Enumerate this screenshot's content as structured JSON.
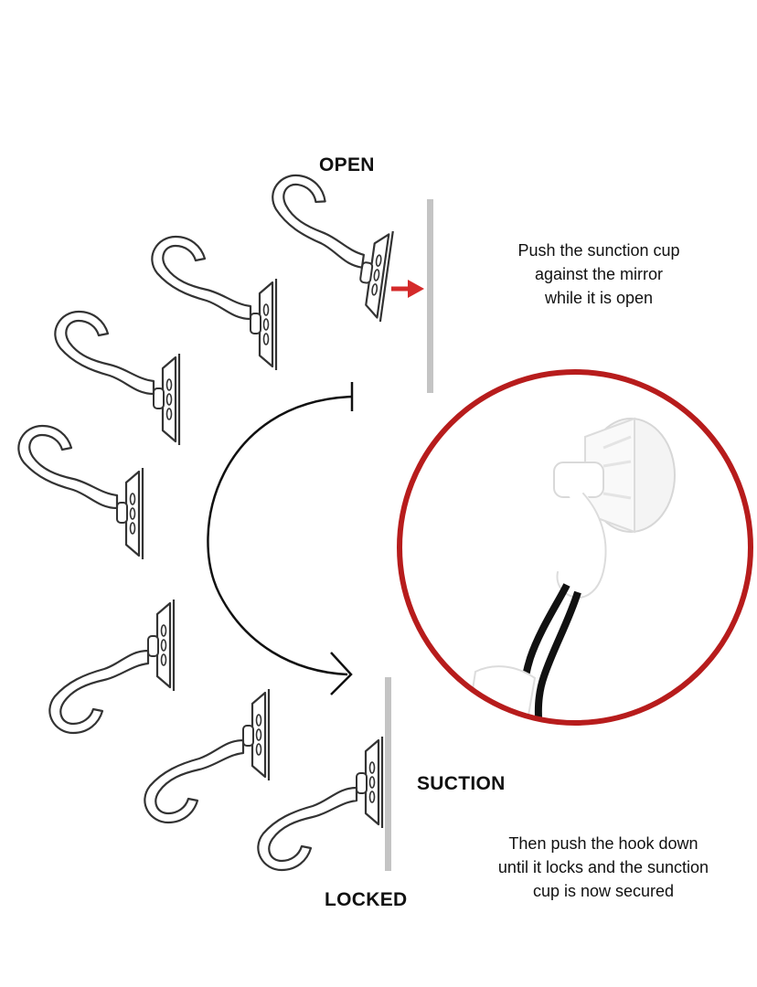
{
  "labels": {
    "open": "OPEN",
    "suction": "SUCTION",
    "locked": "LOCKED"
  },
  "notes": {
    "top": [
      "Push the sunction cup",
      "against the mirror",
      "while it is open"
    ],
    "bottom": [
      "Then push the hook down",
      "until it locks and the sunction",
      "cup is now secured"
    ]
  },
  "colors": {
    "arrow": "#d42a2a",
    "circle": "#b71c1c",
    "wall": "#c4c4c4",
    "stroke": "#333333"
  },
  "icons": {
    "push_arrow": "right-arrow-icon",
    "rotation": "curved-arrow-icon",
    "photo": "suction-hook-photo"
  }
}
